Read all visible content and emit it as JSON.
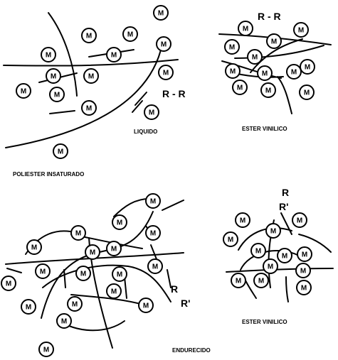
{
  "molecule_label": "M",
  "labels": {
    "rr_liquid": "R - R",
    "liquid": "LIQUIDO",
    "unsaturated_polyester": "POLIESTER INSATURADO",
    "rr_ester": "R - R",
    "vinyl_ester_top": "ESTER VINILICO",
    "hardened": "ENDURECIDO",
    "r_hardened": "R",
    "rprime_hardened": "R'",
    "r_ester": "R",
    "rprime_ester": "R'",
    "vinyl_ester_bottom": "ESTER VINILICO"
  },
  "panels": [
    {
      "name": "liquid-polyester",
      "molecule_count": 14
    },
    {
      "name": "liquid-vinyl-ester",
      "molecule_count": 12
    },
    {
      "name": "hardened-polyester",
      "molecule_count": 18
    },
    {
      "name": "hardened-vinyl-ester",
      "molecule_count": 12
    }
  ]
}
